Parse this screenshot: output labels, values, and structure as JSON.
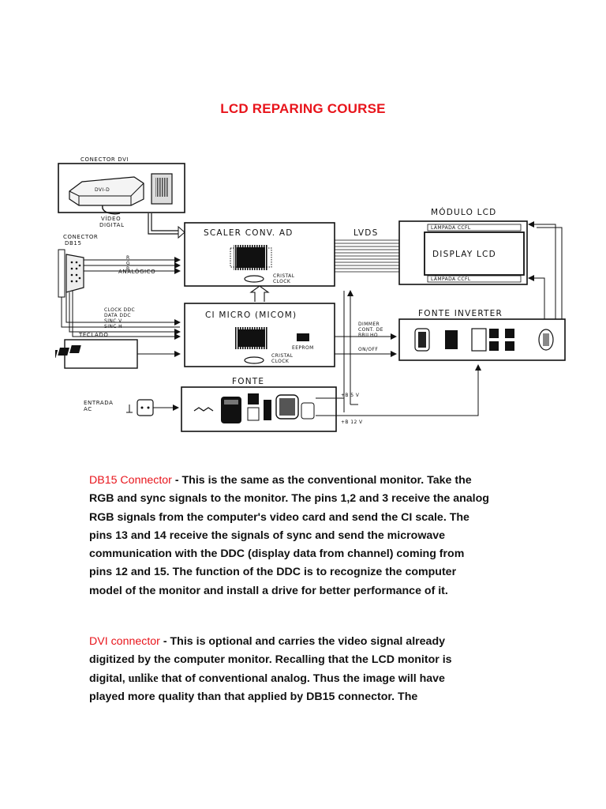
{
  "document": {
    "title": "LCD REPARING COURSE"
  },
  "diagram": {
    "conector_dvi": "CONECTOR DVI",
    "dvi_chip": "DVI-D",
    "video_digital_1": "VÍDEO",
    "video_digital_2": "DIGITAL",
    "conector_db15_1": "CONECTOR",
    "conector_db15_2": "DB15",
    "rgb_r": "R",
    "rgb_g": "G",
    "rgb_b": "B",
    "analogico": "ANALÓGICO",
    "scaler": "SCALER CONV. AD",
    "cristal_clock_1": "CRISTAL",
    "cristal_clock_2": "CLOCK",
    "lvds": "LVDS",
    "modulo_lcd": "MÓDULO LCD",
    "lampada_top": "LÂMPADA CCFL",
    "display_lcd": "DISPLAY LCD",
    "lampada_bottom": "LÂMPADA CCFL",
    "clock_ddc": "CLOCK DDC",
    "data_ddc": "DATA DDC",
    "sinc_v": "SINC V",
    "sinc_h": "SINC H",
    "ci_micro": "CI MICRO (MICOM)",
    "eeprom": "EEPROM",
    "cristal_clock_b1": "CRISTAL",
    "cristal_clock_b2": "CLOCK",
    "teclado": "TECLADO",
    "dimmer_1": "DIMMER",
    "dimmer_2": "CONT. DE",
    "dimmer_3": "BRILHO",
    "on_off": "ON/OFF",
    "fonte_inverter": "FONTE INVERTER",
    "fonte": "FONTE",
    "entrada_ac_1": "ENTRADA",
    "entrada_ac_2": "AC",
    "b5v": "+B 5 V",
    "b12v": "+B 12 V"
  },
  "sections": {
    "db15": {
      "term": "DB15 Connector",
      "lines": [
        " - This is the same as the conventional monitor.  Take the",
        "RGB and sync signals to the monitor. The pins 1,2 and 3 receive the analog",
        "RGB signals from the computer's video card and send the CI scale.  The",
        "pins 13 and 14 receive the signals of sync and send the microwave",
        "communication with the DDC (display data from channel) coming from",
        "pins 12 and 15.  The function of the DDC is to recognize the computer",
        "model of the monitor and install a drive for better performance of it."
      ]
    },
    "dvi": {
      "term": "DVI connector",
      "lines": [
        " - This is optional and carries the video signal already",
        "digitized by the computer monitor.  Recalling that the LCD monitor is",
        "digital, ",
        "unlike",
        " that of conventional analog.  Thus the image will have",
        "played more quality than that applied by DB15 connector.  The"
      ]
    }
  }
}
